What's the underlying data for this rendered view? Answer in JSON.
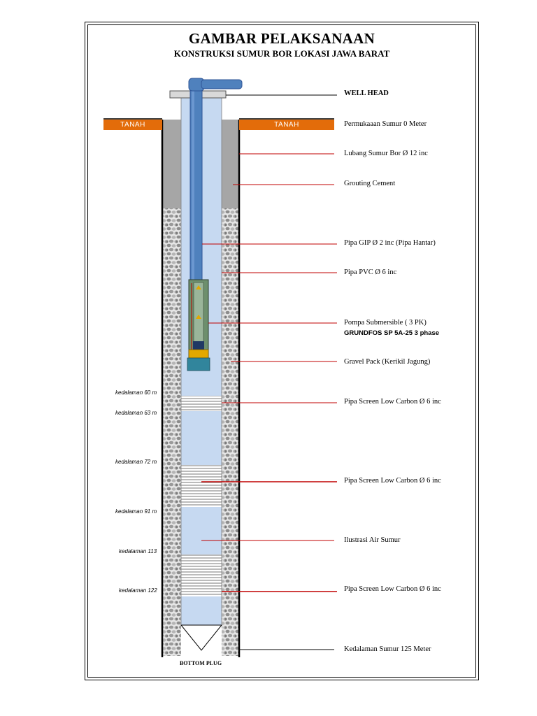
{
  "title": "GAMBAR PELAKSANAAN",
  "subtitle": "KONSTRUKSI SUMUR BOR LOKASI JAWA BARAT",
  "ground": {
    "left_label": "TANAH",
    "right_label": "TANAH",
    "color": "#e36c0a"
  },
  "colors": {
    "water": "#c6d9f1",
    "pipe": "#4f81bd",
    "pipe_edge": "#2f5597",
    "cement": "#a6a6a6",
    "leader": "#c00000"
  },
  "labels": [
    {
      "id": "well-head",
      "text": "WELL HEAD",
      "bold": true
    },
    {
      "id": "surface",
      "text": "Permukaaan Sumur 0 Meter"
    },
    {
      "id": "borehole",
      "text": "Lubang Sumur Bor Ø 12 inc"
    },
    {
      "id": "grouting",
      "text": "Grouting Cement"
    },
    {
      "id": "gip-pipe",
      "text": "Pipa GIP Ø 2 inc (Pipa Hantar)"
    },
    {
      "id": "pvc-pipe",
      "text": "Pipa PVC Ø 6 inc"
    },
    {
      "id": "pump",
      "text": "Pompa Submersible ( 3 PK)"
    },
    {
      "id": "pump-model",
      "text": "GRUNDFOS SP 5A-25 3 phase"
    },
    {
      "id": "gravel",
      "text": "Gravel Pack (Kerikil Jagung)"
    },
    {
      "id": "screen-1",
      "text": "Pipa Screen Low Carbon Ø 6 inc"
    },
    {
      "id": "screen-2",
      "text": "Pipa Screen Low Carbon Ø 6 inc"
    },
    {
      "id": "water",
      "text": "Ilustrasi Air Sumur"
    },
    {
      "id": "screen-3",
      "text": "Pipa Screen Low Carbon Ø 6 inc"
    },
    {
      "id": "total-depth",
      "text": "Kedalaman Sumur 125 Meter"
    }
  ],
  "depths": [
    {
      "id": "d60",
      "text": "kedalaman 60 m"
    },
    {
      "id": "d63",
      "text": "kedalaman 63 m"
    },
    {
      "id": "d72",
      "text": "kedalaman 72 m"
    },
    {
      "id": "d91",
      "text": "kedalaman 91 m"
    },
    {
      "id": "d113",
      "text": "kedalaman 113"
    },
    {
      "id": "d122",
      "text": "kedalaman 122"
    }
  ],
  "bottom_plug": "BOTTOM PLUG"
}
